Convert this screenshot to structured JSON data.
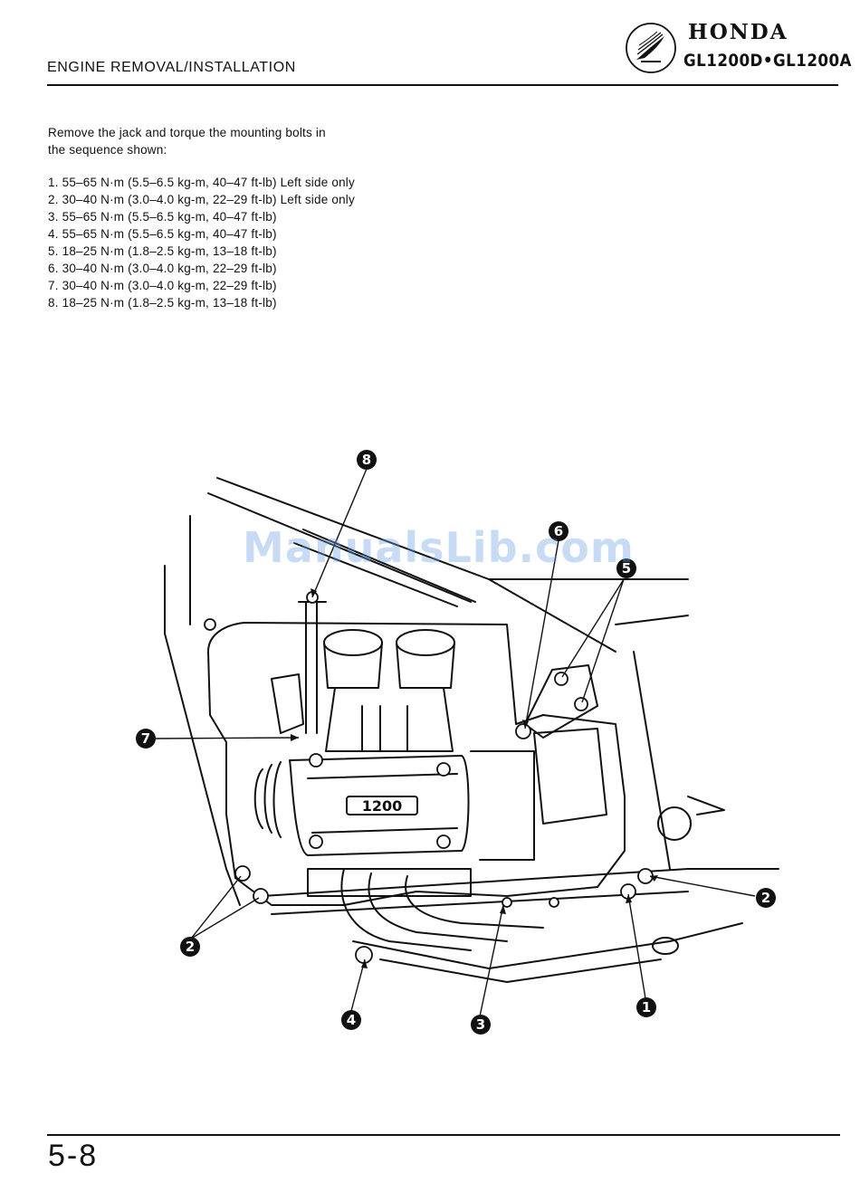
{
  "header": {
    "section_title": "ENGINE REMOVAL/INSTALLATION",
    "brand": "HONDA",
    "model": "GL1200D•GL1200A",
    "logo_icon": "honda-wing-logo-icon"
  },
  "intro": {
    "text_line1": "Remove the jack and torque the mounting bolts in",
    "text_line2": "the sequence shown:"
  },
  "torque_sequence": [
    {
      "num": "1.",
      "spec": "55–65 N·m (5.5–6.5 kg-m, 40–47 ft-lb) Left side only"
    },
    {
      "num": "2.",
      "spec": "30–40 N·m (3.0–4.0 kg-m, 22–29 ft-lb) Left side only"
    },
    {
      "num": "3.",
      "spec": "55–65 N·m (5.5–6.5 kg-m, 40–47 ft-lb)"
    },
    {
      "num": "4.",
      "spec": "55–65 N·m (5.5–6.5 kg-m, 40–47 ft-lb)"
    },
    {
      "num": "5.",
      "spec": "18–25 N·m (1.8–2.5 kg-m, 13–18 ft-lb)"
    },
    {
      "num": "6.",
      "spec": "30–40 N·m (3.0–4.0 kg-m, 22–29 ft-lb)"
    },
    {
      "num": "7.",
      "spec": "30–40 N·m (3.0–4.0 kg-m, 22–29 ft-lb)"
    },
    {
      "num": "8.",
      "spec": "18–25 N·m (1.8–2.5 kg-m, 13–18 ft-lb)"
    }
  ],
  "diagram": {
    "engine_badge": "1200",
    "callouts": [
      "1",
      "2",
      "3",
      "4",
      "5",
      "6",
      "7",
      "8"
    ]
  },
  "footer": {
    "page_number": "5-8"
  },
  "watermark": "ManualsLib.com"
}
